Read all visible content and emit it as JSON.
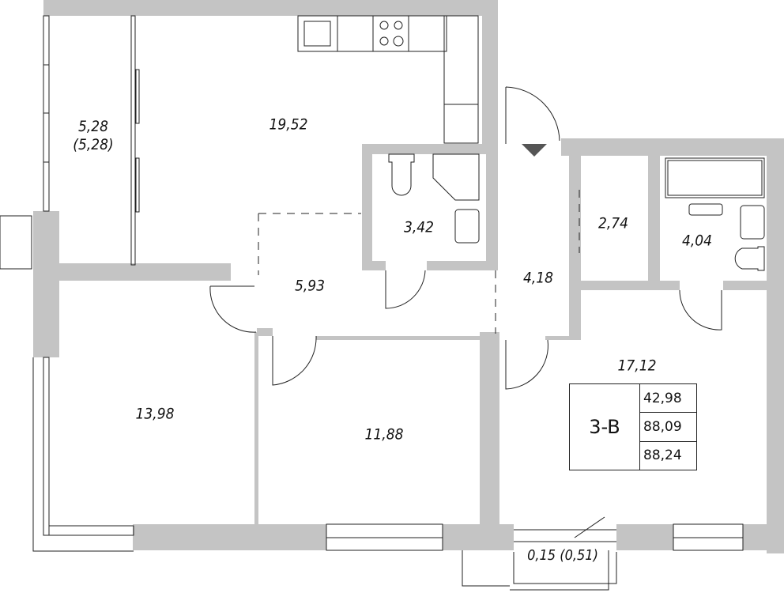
{
  "plan": {
    "title": "Floor plan apartment 3-B",
    "wall_color": "#c4c4c4",
    "line_color": "#222222",
    "entrance_marker_color": "#555555"
  },
  "rooms": [
    {
      "id": "loggia",
      "label": "5,28",
      "sublabel": "(5,28)"
    },
    {
      "id": "kitchen-living",
      "label": "19,52"
    },
    {
      "id": "bathroom-1",
      "label": "3,42"
    },
    {
      "id": "hallway-corridor",
      "label": "5,93"
    },
    {
      "id": "entrance-hall",
      "label": "4,18"
    },
    {
      "id": "storage",
      "label": "2,74"
    },
    {
      "id": "bathroom-2",
      "label": "4,04"
    },
    {
      "id": "bedroom-1",
      "label": "13,98"
    },
    {
      "id": "bedroom-2",
      "label": "11,88"
    },
    {
      "id": "bedroom-3",
      "label": "17,12"
    },
    {
      "id": "balcony",
      "label": "0,15 (0,51)"
    }
  ],
  "info_box": {
    "apartment_code": "3-B",
    "living_area": "42,98",
    "total_area": "88,09",
    "total_area_with_balcony": "88,24"
  }
}
